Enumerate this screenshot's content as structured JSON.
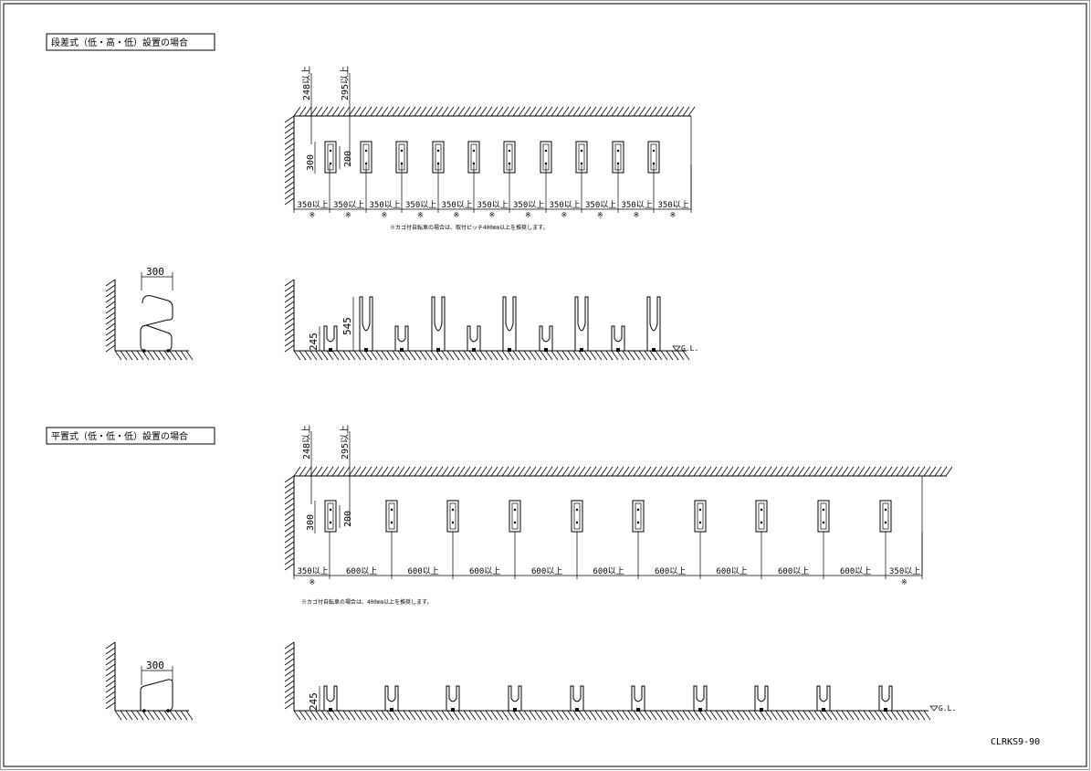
{
  "drawing_code": "CLRKS9-90",
  "sections": [
    {
      "title": "段差式（低・高・低）設置の場合",
      "wall_dim_1": "248以上",
      "wall_dim_2": "295以上",
      "height_dim": "300",
      "slot_dim": "200",
      "spacing_labels": [
        "350以上",
        "350以上",
        "350以上",
        "350以上",
        "350以上",
        "350以上",
        "350以上",
        "350以上",
        "350以上",
        "350以上",
        "350以上"
      ],
      "asterisk": "※",
      "note": "※カゴ付自転車の場合は、取付ピッチ400mm以上を推奨します。",
      "side_width_dim": "300",
      "low_height_dim": "245",
      "high_height_dim": "545",
      "ground_label": "G.L."
    },
    {
      "title": "平置式（低・低・低）設置の場合",
      "wall_dim_1": "248以上",
      "wall_dim_2": "295以上",
      "height_dim": "300",
      "slot_dim": "200",
      "spacing_labels": [
        "350以上",
        "600以上",
        "600以上",
        "600以上",
        "600以上",
        "600以上",
        "600以上",
        "600以上",
        "600以上",
        "600以上",
        "350以上"
      ],
      "asterisk": "※",
      "note": "※カゴ付自転車の場合は、400mm以上を推奨します。",
      "side_width_dim": "300",
      "low_height_dim": "245",
      "ground_label": "G.L."
    }
  ]
}
